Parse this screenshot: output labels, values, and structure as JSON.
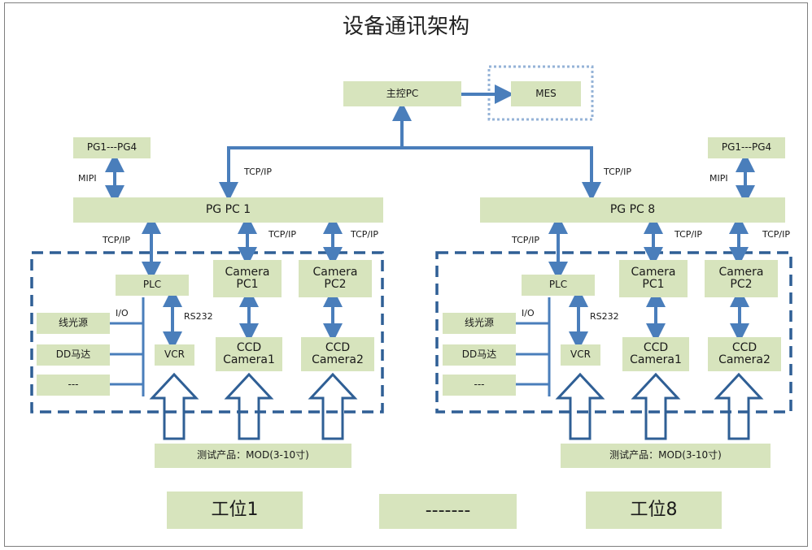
{
  "title": "设备通讯架构",
  "master_pc": "主控PC",
  "mes": "MES",
  "stations": [
    {
      "pg": "PG1---PG4",
      "mipi": "MIPI",
      "pg_pc": "PG PC 1",
      "plc": "PLC",
      "camera_pc1": "Camera\nPC1",
      "camera_pc2": "Camera\nPC2",
      "sources": [
        "线光源",
        "DD马达",
        "---"
      ],
      "io": "I/O",
      "rs232": "RS232",
      "vcr": "VCR",
      "ccd1": "CCD\nCamera1",
      "ccd2": "CCD\nCamera2",
      "product": "测试产品：MOD(3-10寸)",
      "tcp_upper": "TCP/IP",
      "tcp_plc": "TCP/IP",
      "tcp_cam1": "TCP/IP",
      "tcp_cam2": "TCP/IP",
      "station_label": "工位1"
    },
    {
      "pg": "PG1---PG4",
      "mipi": "MIPI",
      "pg_pc": "PG PC 8",
      "plc": "PLC",
      "camera_pc1": "Camera\nPC1",
      "camera_pc2": "Camera\nPC2",
      "sources": [
        "线光源",
        "DD马达",
        "---"
      ],
      "io": "I/O",
      "rs232": "RS232",
      "vcr": "VCR",
      "ccd1": "CCD\nCamera1",
      "ccd2": "CCD\nCamera2",
      "product": "测试产品：MOD(3-10寸)",
      "tcp_upper": "TCP/IP",
      "tcp_plc": "TCP/IP",
      "tcp_cam1": "TCP/IP",
      "tcp_cam2": "TCP/IP",
      "station_label": "工位8"
    }
  ],
  "middle_label": "-------",
  "colors": {
    "box_fill": "#d7e4bd",
    "line": "#4a7ebb",
    "dash": "#2f5f95",
    "mes_border": "#95b3d7"
  }
}
